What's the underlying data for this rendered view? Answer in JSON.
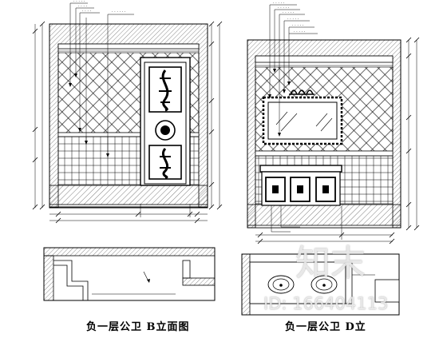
{
  "captions": {
    "left": "负一层公卫 B立面图",
    "right": "负一层公卫 D立"
  },
  "watermark": {
    "logo_text": "知末",
    "id_text": "ID: 166404113"
  },
  "colors": {
    "line": "#000000",
    "background": "#ffffff",
    "watermark": "#c8c8c8"
  }
}
